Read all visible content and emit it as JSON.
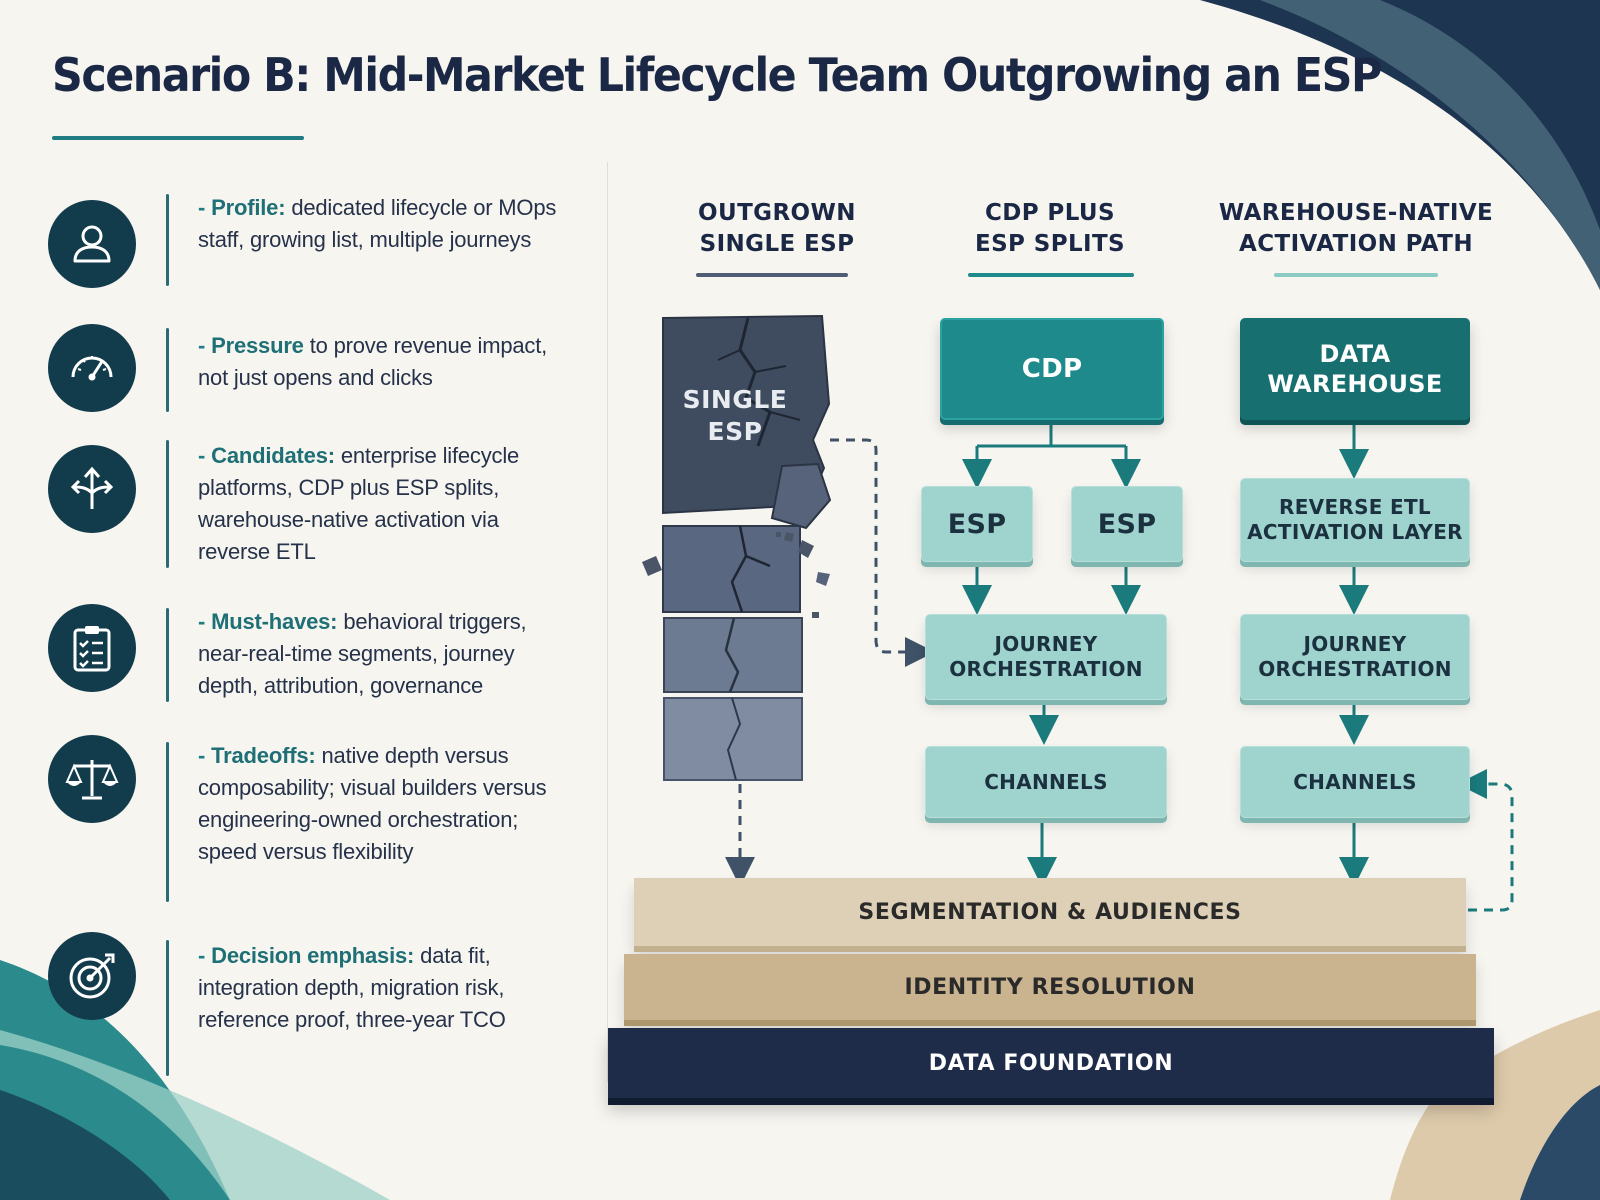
{
  "title": "Scenario B: Mid-Market Lifecycle Team Outgrowing an ESP",
  "colors": {
    "navy": "#1b2845",
    "teal": "#1f8a8c",
    "teal_light": "#9fd3cd",
    "sand_light": "#dccdb2",
    "sand": "#c9b591",
    "stone": "#4a5568"
  },
  "left_items": [
    {
      "icon": "person-icon",
      "key": "Profile:",
      "text": "dedicated lifecycle or MOps staff, growing list, multiple journeys"
    },
    {
      "icon": "speedometer-icon",
      "key": "Pressure",
      "text": "to prove revenue impact, not just opens and clicks"
    },
    {
      "icon": "branching-arrows-icon",
      "key": "Candidates:",
      "text": "enterprise lifecycle platforms, CDP plus ESP splits, warehouse-native activation via reverse ETL"
    },
    {
      "icon": "checklist-icon",
      "key": "Must-haves:",
      "text": "behavioral triggers, near-real-time segments, journey depth, attribution, governance"
    },
    {
      "icon": "scales-icon",
      "key": "Tradeoffs:",
      "text": "native depth versus composability; visual builders versus engineering-owned orchestration; speed versus flexibility"
    },
    {
      "icon": "target-icon",
      "key": "Decision emphasis:",
      "text": "data fit, integration depth, migration risk, reference proof, three-year TCO"
    }
  ],
  "columns": {
    "outgrown": {
      "heading": "OUTGROWN\nSINGLE ESP",
      "block_label": "SINGLE\nESP"
    },
    "cdp": {
      "heading": "CDP PLUS\nESP SPLITS",
      "top": "CDP",
      "esp_left": "ESP",
      "esp_right": "ESP",
      "journey": "JOURNEY\nORCHESTRATION",
      "channels": "CHANNELS"
    },
    "warehouse": {
      "heading": "WAREHOUSE-NATIVE\nACTIVATION PATH",
      "top": "DATA\nWAREHOUSE",
      "reverse_etl": "REVERSE ETL\nACTIVATION LAYER",
      "journey": "JOURNEY\nORCHESTRATION",
      "channels": "CHANNELS"
    }
  },
  "foundation": {
    "segmentation": "SEGMENTATION & AUDIENCES",
    "identity": "IDENTITY RESOLUTION",
    "data": "DATA FOUNDATION"
  }
}
